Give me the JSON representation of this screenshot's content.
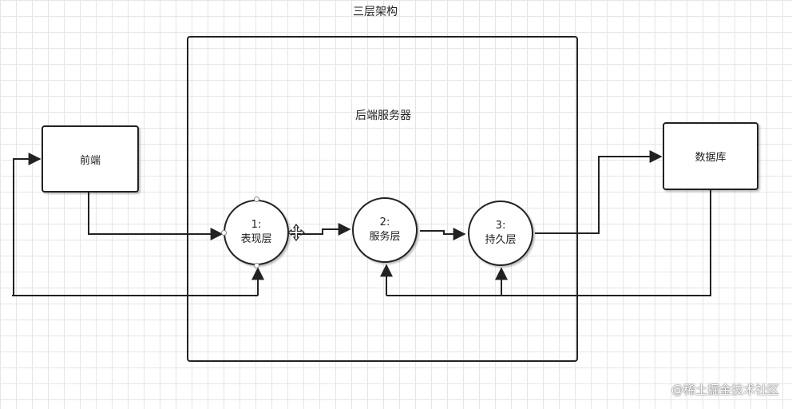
{
  "title": "三层架构",
  "server": {
    "label": "后端服务器"
  },
  "nodes": {
    "frontend": "前端",
    "database": "数据库"
  },
  "layers": [
    {
      "number": "1:",
      "label": "表现层"
    },
    {
      "number": "2:",
      "label": "服务层"
    },
    {
      "number": "3:",
      "label": "持久层"
    }
  ],
  "watermark": "@稀土掘金技术社区"
}
